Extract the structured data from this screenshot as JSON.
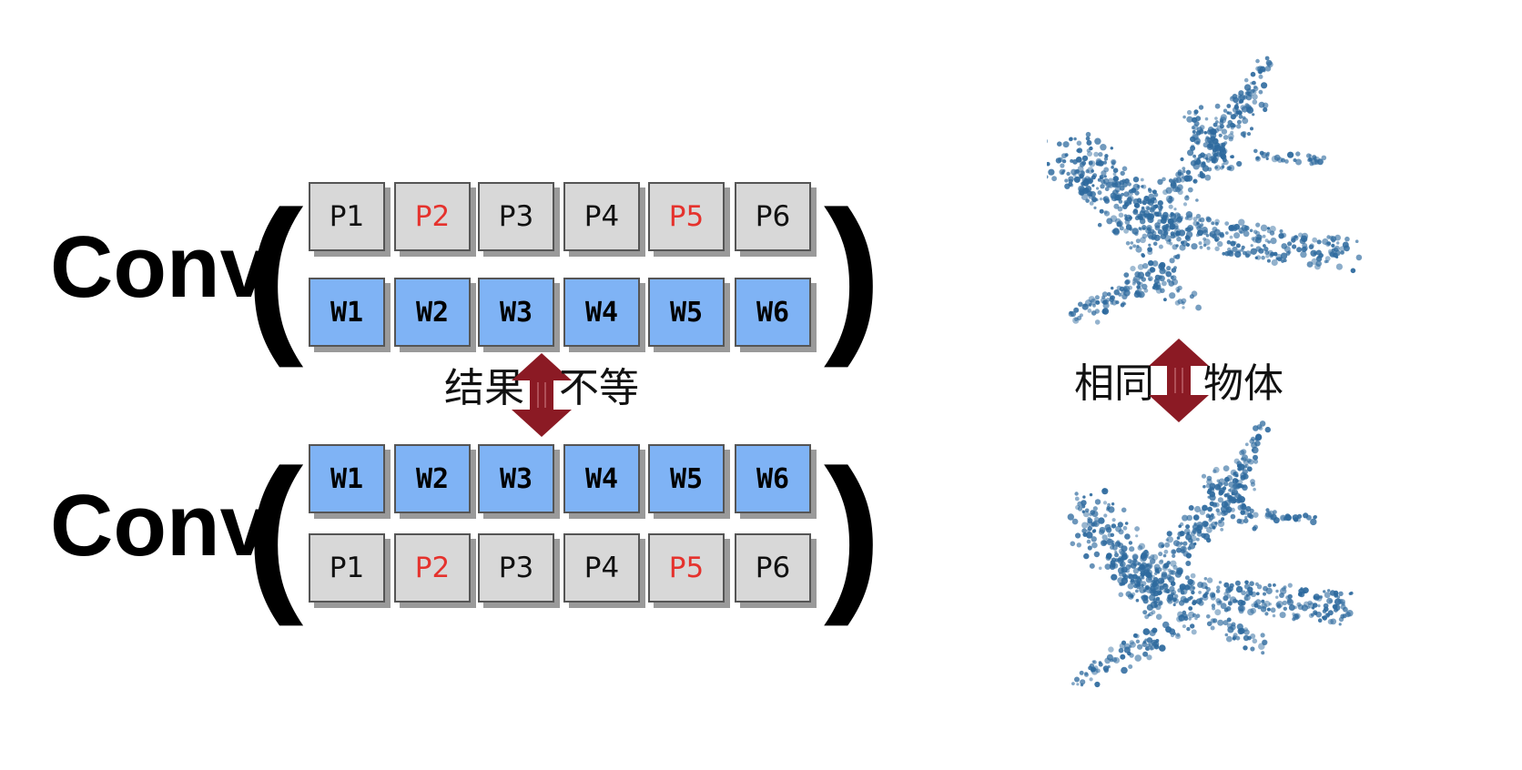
{
  "conv_label": "Conv",
  "paren_open": "(",
  "paren_close": ")",
  "row_p": [
    {
      "label": "P1",
      "highlight": false
    },
    {
      "label": "P2",
      "highlight": true
    },
    {
      "label": "P3",
      "highlight": false
    },
    {
      "label": "P4",
      "highlight": false
    },
    {
      "label": "P5",
      "highlight": true
    },
    {
      "label": "P6",
      "highlight": false
    }
  ],
  "row_w": [
    "W1",
    "W2",
    "W3",
    "W4",
    "W5",
    "W6"
  ],
  "left_caption": {
    "before": "结果",
    "after": "不等"
  },
  "right_caption": {
    "before": "相同",
    "after": "物体"
  },
  "colors": {
    "p_fill": "#d8d8d8",
    "w_fill": "#7fb3f5",
    "highlight_text": "#e5322d",
    "arrow": "#8b1a24",
    "points": "#2e6a9e"
  }
}
